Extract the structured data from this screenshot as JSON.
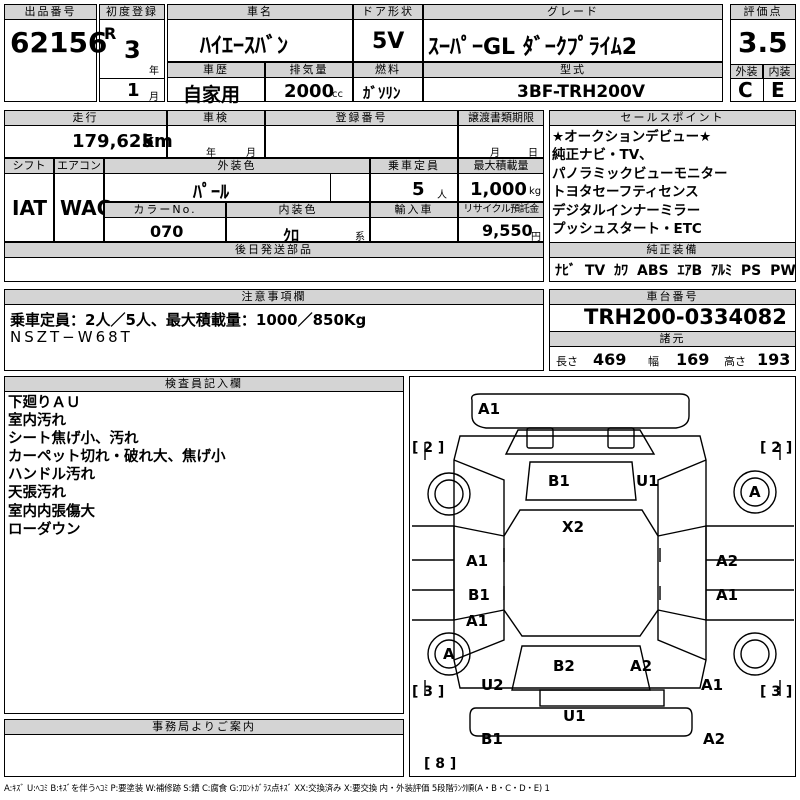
{
  "headers": {
    "lot_no": "出品番号",
    "first_reg": "初度登録",
    "car_name": "車名",
    "door": "ドア形状",
    "grade": "グレード",
    "score": "評価点",
    "history": "車歴",
    "displacement": "排気量",
    "fuel": "燃料",
    "model": "型式",
    "exterior": "外装",
    "interior": "内装",
    "mileage": "走行",
    "inspection": "車検",
    "registration_no": "登録番号",
    "transfer_deadline": "譲渡書類期限",
    "shift": "シフト",
    "aircon": "エアコン",
    "ext_color": "外装色",
    "capacity": "乗車定員",
    "max_load": "最大積載量",
    "color_no": "カラーNo.",
    "int_color": "内装色",
    "import": "輸入車",
    "recycle": "リサイクル預託金",
    "later_parts": "後日発送部品",
    "sales_points": "セールスポイント",
    "genuine_equip": "純正装備",
    "notes": "注意事項欄",
    "chassis_no": "車台番号",
    "dims": "諸元",
    "inspector": "検査員記入欄",
    "office": "事務局よりご案内"
  },
  "lot_no": "62156",
  "first_reg": {
    "era": "R",
    "year": "3",
    "year_unit": "年",
    "month": "1",
    "month_unit": "月"
  },
  "car_name": "ﾊｲｴｰｽﾊﾞﾝ",
  "door": "5V",
  "grade": "ｽｰﾊﾟｰGL ﾀﾞｰｸﾌﾟﾗｲﾑ2",
  "score": "3.5",
  "history": "自家用",
  "displacement": "2000",
  "displacement_unit": "cc",
  "fuel": "ｶﾞｿﾘﾝ",
  "model": "3BF-TRH200V",
  "exterior_grade": "C",
  "interior_grade": "E",
  "mileage": "179,625",
  "mileage_unit": "km",
  "inspection": {
    "year_unit": "年",
    "month_unit": "月"
  },
  "transfer": {
    "month_unit": "月",
    "day_unit": "日"
  },
  "shift": "IAT",
  "aircon": "WAC",
  "ext_color": "ﾊﾟｰﾙ",
  "capacity": "5",
  "capacity_unit": "人",
  "max_load": "1,000",
  "max_load_unit": "kg",
  "color_no": "070",
  "int_color": "ｸﾛ",
  "int_color_unit": "系",
  "recycle": "9,550",
  "recycle_unit": "円",
  "sales_points": [
    "★オークションデビュー★",
    "純正ナビ・TV、",
    "パノラミックビューモニター",
    "トヨタセーフティセンス",
    "デジタルインナーミラー",
    "プッシュスタート・ETC"
  ],
  "genuine_equip": [
    "ﾅﾋﾞ",
    "TV",
    "ｶﾜ",
    "ABS",
    "ｴｱB",
    "ｱﾙﾐ",
    "PS",
    "PW"
  ],
  "notes": [
    "乗車定員：2人／5人、最大積載量：1000／850Kg",
    "NSZT−W68T"
  ],
  "chassis_no": "TRH200-0334082",
  "dims": {
    "length_label": "長さ",
    "length": "469",
    "width_label": "幅",
    "width": "169",
    "height_label": "高さ",
    "height": "193"
  },
  "inspector_notes": [
    "下廻りＡＵ",
    "室内汚れ",
    "シート焦げ小、汚れ",
    "カーペット切れ・破れ大、焦げ小",
    "ハンドル汚れ",
    "天張汚れ",
    "室内内張傷大",
    "ローダウン"
  ],
  "diagram_marks": {
    "a1_top": "A1",
    "b1_hood": "B1",
    "u1_hood": "U1",
    "x2_roof": "X2",
    "a1_left": "A1",
    "b1_left": "B1",
    "a1_left2": "A1",
    "a2_right": "A2",
    "a1_right": "A1",
    "b2_rear": "B2",
    "a2_rear": "A2",
    "u2_left": "U2",
    "a1_right2": "A1",
    "u1_bumper": "U1",
    "b1_bottom": "B1",
    "a2_bottom": "A2",
    "a_wheel_fr": "A",
    "a_wheel_rl": "A",
    "br_2_left": "[ 2 ]",
    "br_2_right": "[ 2 ]",
    "br_3_left": "[ 3 ]",
    "br_3_right": "[ 3 ]",
    "br_8": "[ 8 ]"
  },
  "legend": "A:ｷｽﾞ U:ﾍｺﾐ B:ｷｽﾞを伴うﾍｺﾐ P:要塗装 W:補修跡 S:錆 C:腐食 G:ﾌﾛﾝﾄｶﾞﾗｽ点ｷｽﾞ XX:交換済み X:要交換 内・外装評価 5段階ﾗﾝｸ順(A・B・C・D・E) 1"
}
